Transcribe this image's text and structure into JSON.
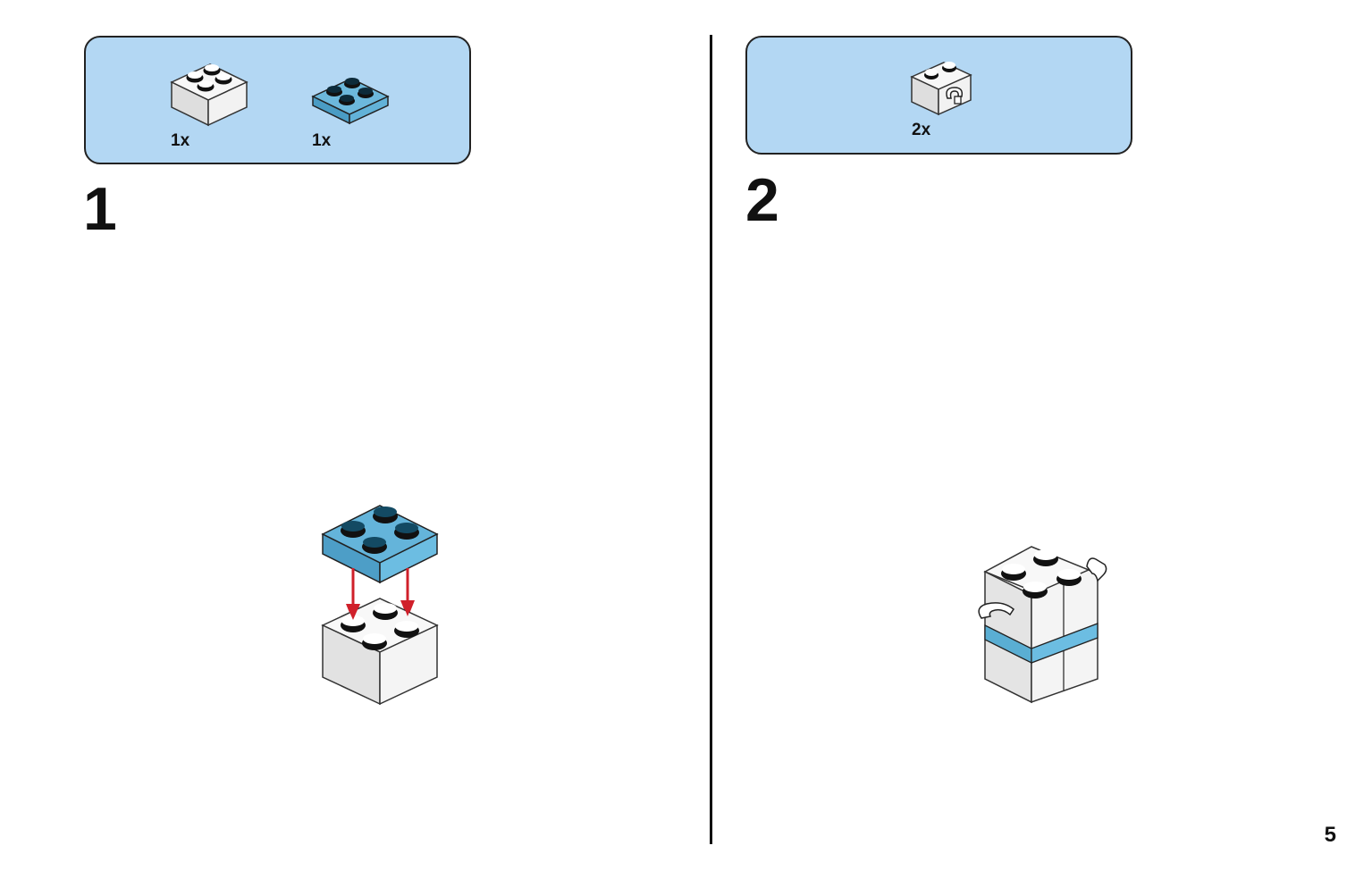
{
  "steps": [
    {
      "number": "1",
      "parts": [
        {
          "qty": "1x",
          "icon": "white-2x2-brick-icon"
        },
        {
          "qty": "1x",
          "icon": "blue-2x2-plate-icon"
        }
      ]
    },
    {
      "number": "2",
      "parts": [
        {
          "qty": "2x",
          "icon": "white-1x2-clip-brick-icon"
        }
      ]
    }
  ],
  "page": {
    "number": "5"
  },
  "colors": {
    "callout_bg": "#b3d7f3",
    "blue_plate": "#5aaed3",
    "arrow_red": "#d0202a"
  }
}
